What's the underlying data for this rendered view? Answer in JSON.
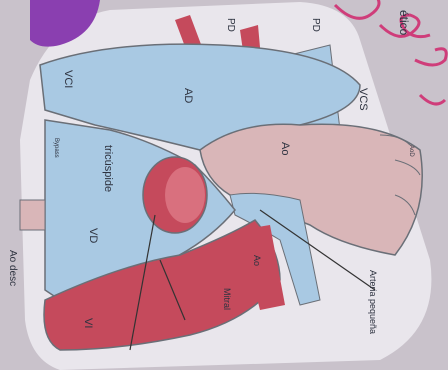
{
  "labels": {
    "pd_top": "PD",
    "pd_right": "PD",
    "vci": "VCI",
    "ad": "AD",
    "vcs": "VCS",
    "ao_right": "Ao",
    "tricuspide": "tricúspide",
    "vd": "VD",
    "ao_small": "Ao",
    "mitral": "Mitral",
    "vi": "VI",
    "ao_desc": "Ao desc",
    "arteria_pequena": "Arteria pequeña",
    "partial_top": "ético",
    "partial_small_left": "Bypass",
    "partial_small_right": "AoD"
  },
  "colors": {
    "background": "#c9c2cb",
    "paper": "#e9e6ec",
    "blue_chambers": "#a9c9e3",
    "red_chambers": "#c54a5c",
    "aorta_pink": "#d9b6b8",
    "outline": "#6a6f77",
    "handwriting": "#cf3d7a",
    "purple_corner": "#8a3fb0"
  }
}
